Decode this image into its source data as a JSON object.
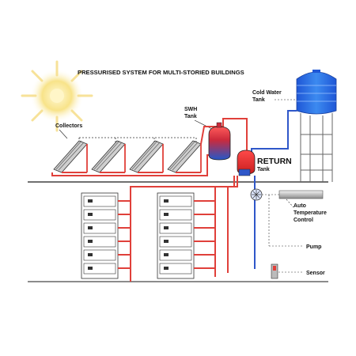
{
  "title": "PRESSURISED SYSTEM FOR MULTI-STORIED BUILDINGS",
  "labels": {
    "collectors": "Collectors",
    "swh_line1": "SWH",
    "swh_line2": "Tank",
    "cold_line1": "Cold Water",
    "cold_line2": "Tank",
    "return_line1": "RETURN",
    "return_line2": "Tank",
    "auto_line1": "Auto",
    "auto_line2": "Temperature",
    "auto_line3": "Control",
    "pump": "Pump",
    "sensor": "Sensor"
  },
  "colors": {
    "hot_pipe": "#e0403a",
    "cold_pipe": "#2f57c9",
    "tank_blue": "#2d63d6",
    "tank_red": "#e12a2a",
    "sun": "#f6d86a",
    "ground": "#1a1a1a"
  },
  "counts": {
    "collectors": 4,
    "floors_per_block": 6,
    "building_blocks": 2
  }
}
